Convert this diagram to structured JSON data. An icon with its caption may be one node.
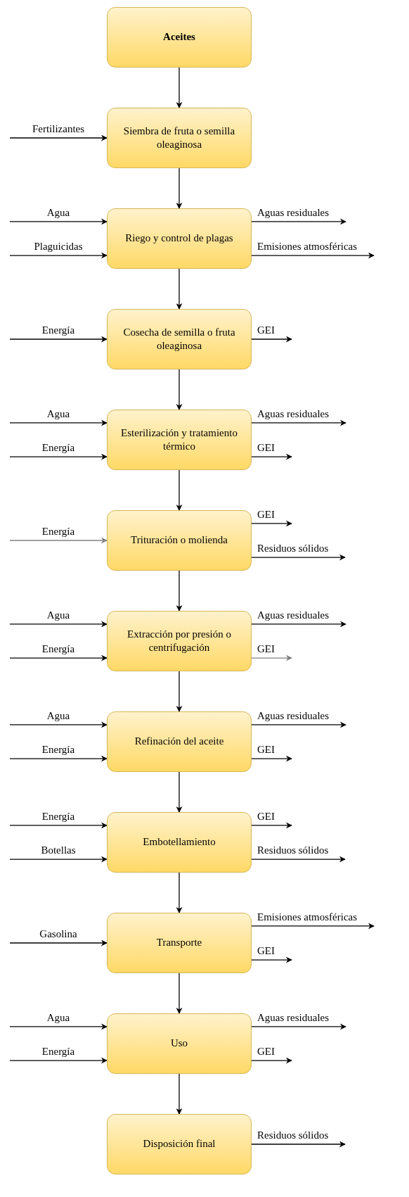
{
  "diagram": {
    "nodes": [
      {
        "text": [
          "Aceites"
        ]
      },
      {
        "text": [
          "Siembra de fruta o semilla oleaginosa"
        ]
      },
      {
        "text": [
          "Riego y control de plagas"
        ]
      },
      {
        "text": [
          "Cosecha de semilla o fruta oleaginosa"
        ]
      },
      {
        "text": [
          "Esterilización y tratamiento térmico"
        ]
      },
      {
        "text": [
          "Trituración o molienda"
        ]
      },
      {
        "text": [
          "Extracción por presión o centrifugación"
        ]
      },
      {
        "text": [
          "Refinación del aceite"
        ]
      },
      {
        "text": [
          "Embotellamiento"
        ]
      },
      {
        "text": [
          "Transporte"
        ]
      },
      {
        "text": [
          "Uso"
        ]
      },
      {
        "text": [
          "Disposición final"
        ]
      }
    ],
    "edges": [
      {
        "from": 0,
        "to": 1,
        "arrow": "to"
      },
      {
        "from": 1,
        "to": 2,
        "arrow": "to"
      },
      {
        "from": 2,
        "to": 3,
        "arrow": "to"
      },
      {
        "from": 3,
        "to": 4,
        "arrow": "to"
      },
      {
        "from": 4,
        "to": 5,
        "arrow": "to"
      },
      {
        "from": 5,
        "to": 6,
        "arrow": "to"
      },
      {
        "from": 6,
        "to": 7,
        "arrow": "to"
      },
      {
        "from": 7,
        "to": 8,
        "arrow": "to"
      },
      {
        "from": 8,
        "to": 9,
        "arrow": "to"
      },
      {
        "from": 9,
        "to": 10,
        "arrow": "to"
      },
      {
        "from": 10,
        "to": 11,
        "arrow": "to"
      },
      {
        "from": null,
        "to": 1,
        "arrow": "to",
        "label": "Fertilizantes"
      },
      {
        "from": null,
        "to": 2,
        "arrow": "to",
        "label": "Agua"
      },
      {
        "from": null,
        "to": 2,
        "arrow": "to",
        "label": "Plaguicidas"
      },
      {
        "from": 2,
        "to": null,
        "arrow": "to",
        "label": "Aguas residuales"
      },
      {
        "from": 2,
        "to": null,
        "arrow": "to",
        "label": "Emisiones atmosféricas"
      },
      {
        "from": null,
        "to": 3,
        "arrow": "to",
        "label": "Energía"
      },
      {
        "from": 3,
        "to": null,
        "arrow": "to",
        "label": "GEI"
      },
      {
        "from": null,
        "to": 4,
        "arrow": "to",
        "label": "Agua"
      },
      {
        "from": null,
        "to": 4,
        "arrow": "to",
        "label": "Energía"
      },
      {
        "from": 4,
        "to": null,
        "arrow": "to",
        "label": "Aguas residuales"
      },
      {
        "from": 4,
        "to": null,
        "arrow": "to",
        "label": "GEI"
      },
      {
        "from": null,
        "to": 5,
        "arrow": "to",
        "label": "Energía",
        "color": "#808080"
      },
      {
        "from": 5,
        "to": null,
        "arrow": "to",
        "label": "GEI"
      },
      {
        "from": 5,
        "to": null,
        "arrow": "to",
        "label": "Residuos sólidos"
      },
      {
        "from": null,
        "to": 6,
        "arrow": "to",
        "label": "Agua"
      },
      {
        "from": null,
        "to": 6,
        "arrow": "to",
        "label": "Energía"
      },
      {
        "from": 6,
        "to": null,
        "arrow": "to",
        "label": "Aguas residuales"
      },
      {
        "from": 6,
        "to": null,
        "arrow": "to",
        "label": "GEI",
        "color": "#808080"
      },
      {
        "from": null,
        "to": 7,
        "arrow": "to",
        "label": "Agua"
      },
      {
        "from": null,
        "to": 7,
        "arrow": "to",
        "label": "Energía"
      },
      {
        "from": 7,
        "to": null,
        "arrow": "to",
        "label": "Aguas residuales"
      },
      {
        "from": 7,
        "to": null,
        "arrow": "to",
        "label": "GEI"
      },
      {
        "from": null,
        "to": 8,
        "arrow": "to",
        "label": "Energía"
      },
      {
        "from": null,
        "to": 8,
        "arrow": "to",
        "label": "Botellas"
      },
      {
        "from": 8,
        "to": null,
        "arrow": "to",
        "label": "GEI"
      },
      {
        "from": 8,
        "to": null,
        "arrow": "to",
        "label": "Residuos sólidos"
      },
      {
        "from": null,
        "to": 9,
        "arrow": "to",
        "label": "Gasolina"
      },
      {
        "from": 9,
        "to": null,
        "arrow": "to",
        "label": "Emisiones atmosféricas"
      },
      {
        "from": 9,
        "to": null,
        "arrow": "to",
        "label": "GEI"
      },
      {
        "from": null,
        "to": 10,
        "arrow": "to",
        "label": "Agua"
      },
      {
        "from": null,
        "to": 10,
        "arrow": "to",
        "label": "Energía"
      },
      {
        "from": 10,
        "to": null,
        "arrow": "to",
        "label": "Aguas residuales"
      },
      {
        "from": 10,
        "to": null,
        "arrow": "to",
        "label": "GEI"
      },
      {
        "from": 11,
        "to": null,
        "arrow": "to",
        "label": "Residuos sólidos"
      }
    ]
  }
}
